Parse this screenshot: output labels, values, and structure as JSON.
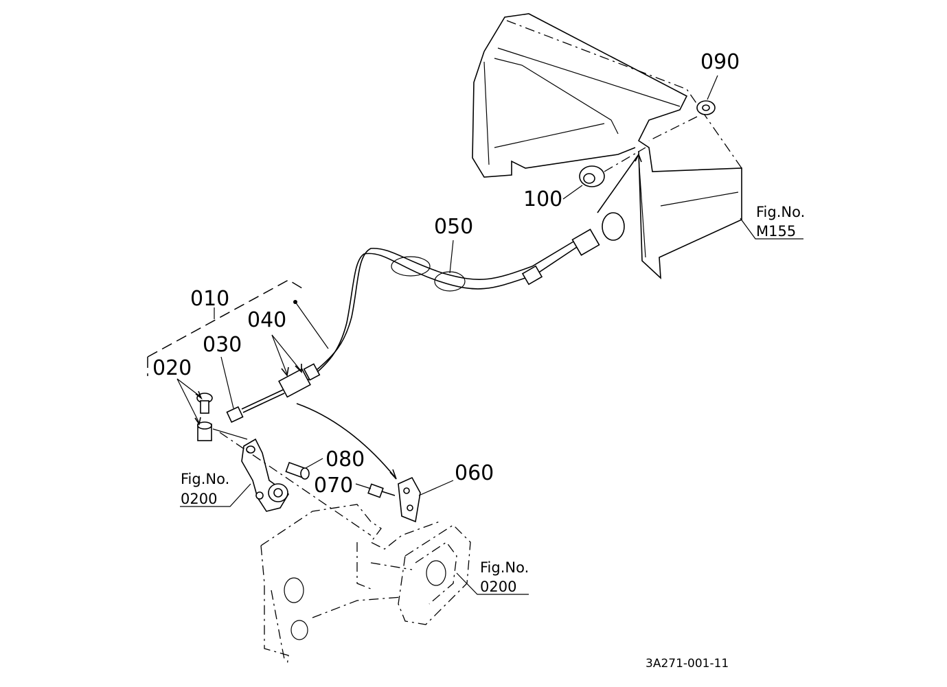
{
  "part_labels": {
    "p010": "010",
    "p020": "020",
    "p030": "030",
    "p040": "040",
    "p050": "050",
    "p060": "060",
    "p070": "070",
    "p080": "080",
    "p090": "090",
    "p100": "100"
  },
  "figure_refs": {
    "m155": {
      "label": "Fig.No.",
      "number": "M155"
    },
    "fig0200_left": {
      "label": "Fig.No.",
      "number": "0200"
    },
    "fig0200_right": {
      "label": "Fig.No.",
      "number": "0200"
    }
  },
  "drawing_code": "3A271-001-11"
}
